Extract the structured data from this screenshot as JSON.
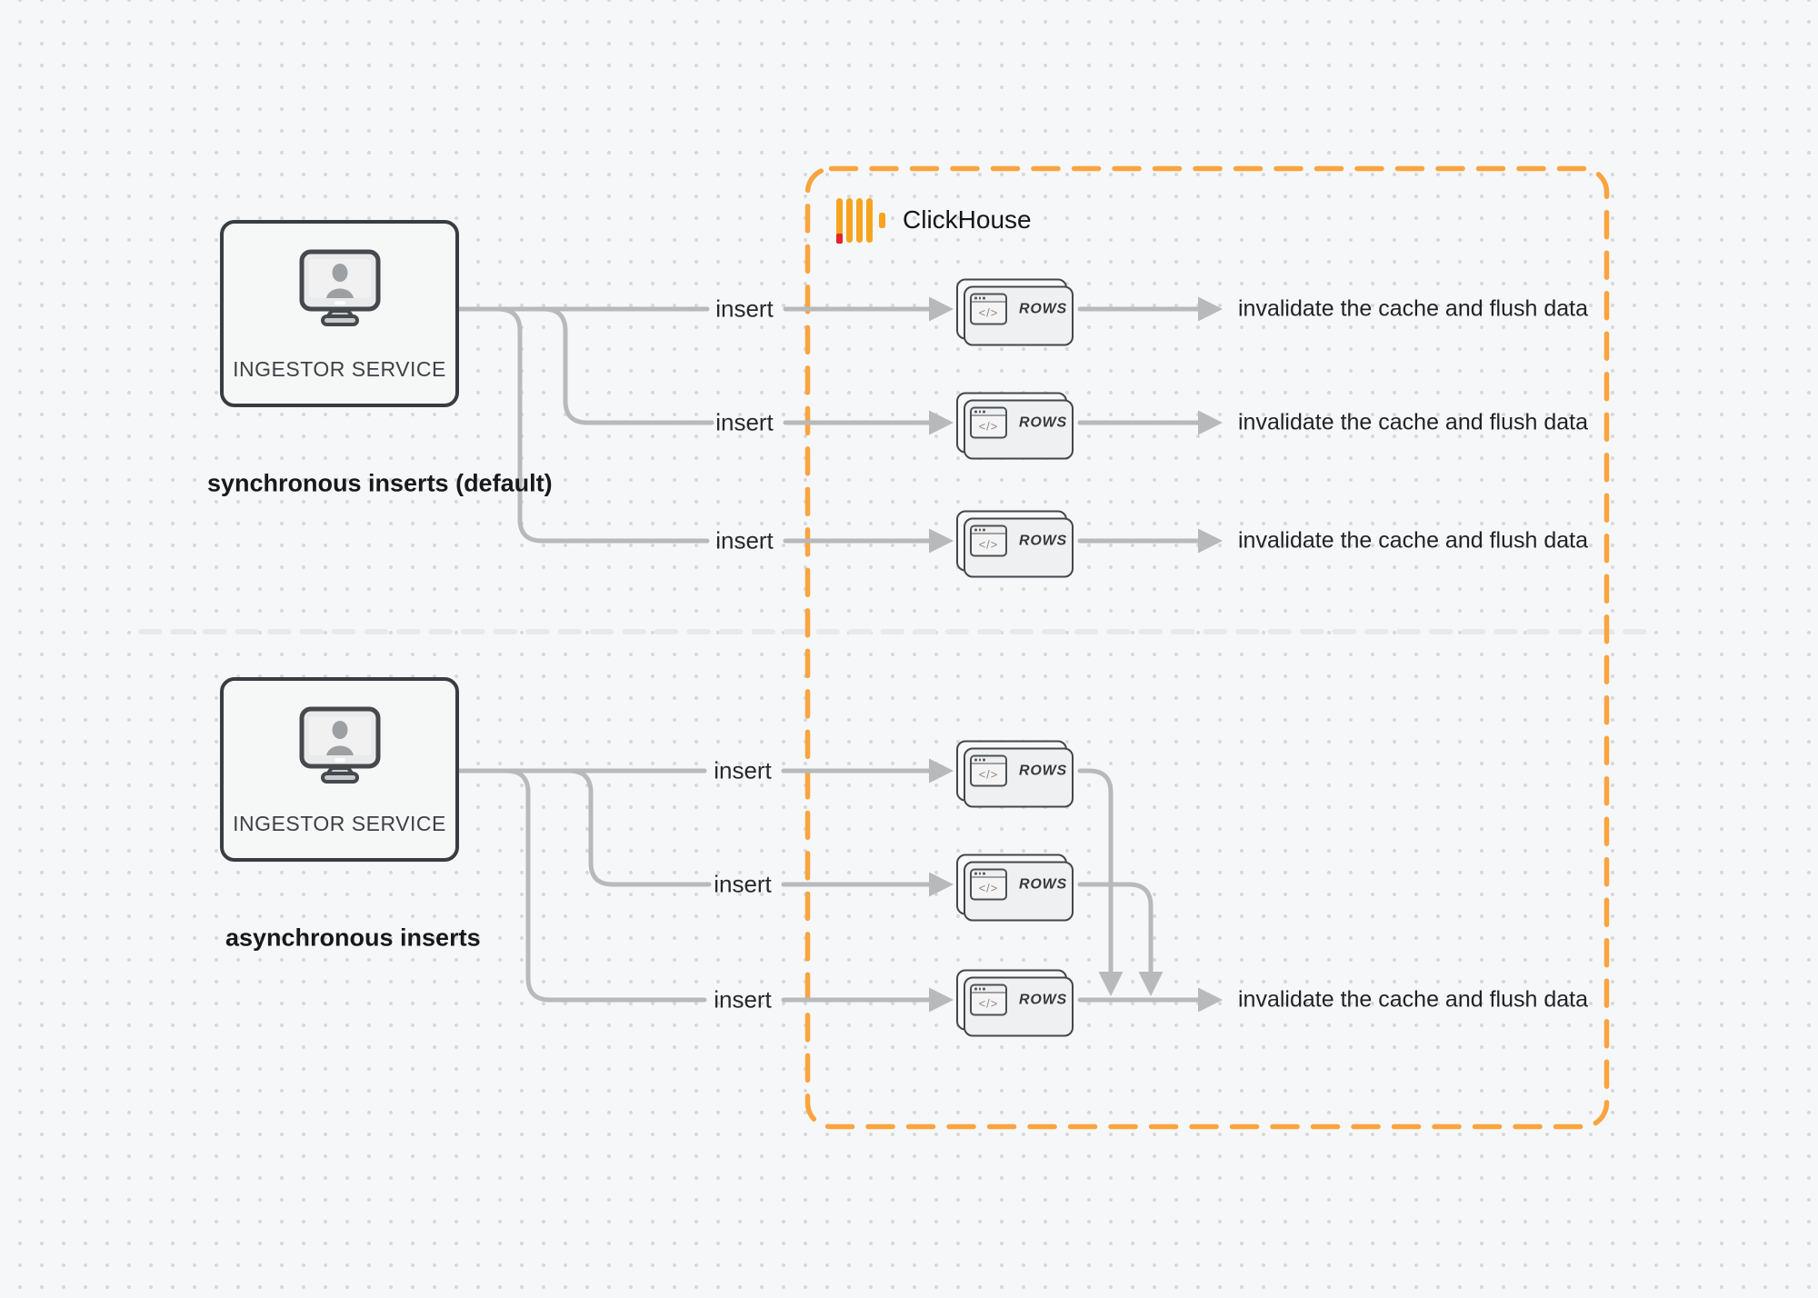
{
  "title": "ClickHouse synchronous vs asynchronous inserts diagram",
  "colors": {
    "accent_orange": "#FAA43F",
    "logo_yellow": "#F6A41F",
    "logo_red": "#E42528",
    "connector_gray": "#B7B9BB",
    "divider_gray": "#E8E9EB",
    "text_dark": "#1F2227"
  },
  "clickhouse": {
    "label": "ClickHouse"
  },
  "glyphs": {
    "code": "</>"
  },
  "sections": [
    {
      "caption": "synchronous inserts (default)",
      "service_label": "INGESTOR SERVICE",
      "rows": [
        {
          "insert_label": "insert",
          "rows_label": "ROWS",
          "result_label": "invalidate the cache and flush data"
        },
        {
          "insert_label": "insert",
          "rows_label": "ROWS",
          "result_label": "invalidate the cache and flush data"
        },
        {
          "insert_label": "insert",
          "rows_label": "ROWS",
          "result_label": "invalidate the cache and flush data"
        }
      ]
    },
    {
      "caption": "asynchronous inserts",
      "service_label": "INGESTOR SERVICE",
      "rows": [
        {
          "insert_label": "insert",
          "rows_label": "ROWS"
        },
        {
          "insert_label": "insert",
          "rows_label": "ROWS"
        },
        {
          "insert_label": "insert",
          "rows_label": "ROWS",
          "result_label": "invalidate the cache and flush data"
        }
      ]
    }
  ]
}
